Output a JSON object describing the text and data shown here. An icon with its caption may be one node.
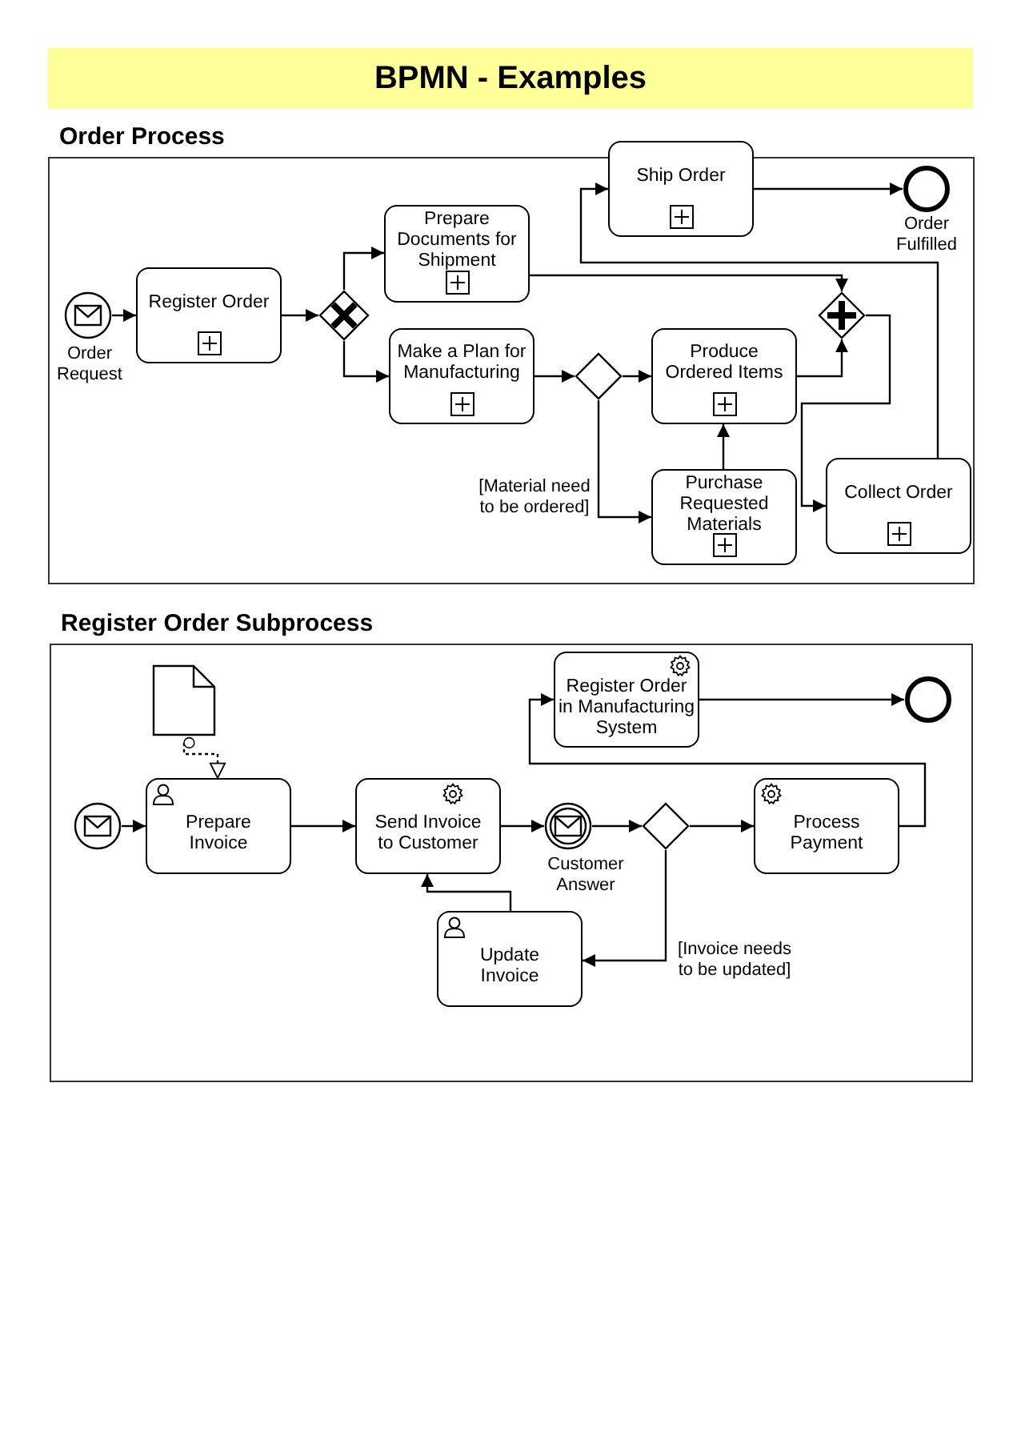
{
  "diagram": {
    "title": "BPMN - Examples",
    "nodes": [
      {
        "text": [
          "Order Process"
        ]
      },
      {
        "text": [],
        "shape": "circle",
        "beside": [
          "Order Request"
        ],
        "in": 0
      },
      {
        "text": [
          "Register Order"
        ],
        "in": 0
      },
      {
        "text": [],
        "shape": "diamond",
        "in": 0
      },
      {
        "text": [
          "Prepare Documents for Shipment"
        ],
        "in": 0
      },
      {
        "text": [
          "Make a Plan for Manufacturing"
        ],
        "in": 0
      },
      {
        "text": [],
        "shape": "diamond",
        "in": 0
      },
      {
        "text": [
          "Produce Ordered Items"
        ],
        "in": 0
      },
      {
        "text": [
          "Purchase Requested Materials"
        ],
        "in": 0
      },
      {
        "text": [],
        "shape": "diamond",
        "in": 0
      },
      {
        "text": [
          "Ship Order"
        ],
        "in": 0
      },
      {
        "text": [],
        "shape": "circle",
        "beside": [
          "Order Fulfilled"
        ],
        "in": 0
      },
      {
        "text": [
          "Collect Order"
        ],
        "in": 0
      },
      {
        "text": [
          "Register Order Subprocess"
        ]
      },
      {
        "text": [],
        "shape": "circle",
        "in": 13
      },
      {
        "text": [],
        "shape": "document",
        "in": 13
      },
      {
        "text": [
          "Prepare Invoice"
        ],
        "in": 13
      },
      {
        "text": [
          "Send Invoice to Customer"
        ],
        "in": 13
      },
      {
        "text": [],
        "shape": "circle",
        "beside": [
          "Customer Answer"
        ],
        "in": 13
      },
      {
        "text": [],
        "shape": "diamond",
        "in": 13
      },
      {
        "text": [
          "Process Payment"
        ],
        "in": 13
      },
      {
        "text": [
          "Register Order in Manufacturing System"
        ],
        "in": 13
      },
      {
        "text": [],
        "shape": "circle",
        "in": 13
      },
      {
        "text": [
          "Update Invoice"
        ],
        "in": 13
      }
    ],
    "edges": [
      {
        "from": 1,
        "to": 2,
        "arrow": "to"
      },
      {
        "from": 2,
        "to": 3,
        "arrow": "to"
      },
      {
        "from": 3,
        "to": 4,
        "arrow": "to"
      },
      {
        "from": 3,
        "to": 5,
        "arrow": "to"
      },
      {
        "from": 5,
        "to": 6,
        "arrow": "to"
      },
      {
        "from": 6,
        "to": 7,
        "arrow": "to"
      },
      {
        "from": 6,
        "to": 8,
        "label": "[Material need to be ordered]",
        "arrow": "to"
      },
      {
        "from": 8,
        "to": 7,
        "arrow": "to"
      },
      {
        "from": 4,
        "to": 9,
        "arrow": "to"
      },
      {
        "from": 7,
        "to": 9,
        "arrow": "to"
      },
      {
        "from": 9,
        "to": 12,
        "arrow": "to"
      },
      {
        "from": 12,
        "to": 10,
        "arrow": "to"
      },
      {
        "from": 10,
        "to": 11,
        "arrow": "to"
      },
      {
        "from": 14,
        "to": 16,
        "arrow": "to"
      },
      {
        "from": 15,
        "to": 16,
        "arrow": "to",
        "style": "dashed"
      },
      {
        "from": 16,
        "to": 17,
        "arrow": "to"
      },
      {
        "from": 17,
        "to": 18,
        "arrow": "to"
      },
      {
        "from": 18,
        "to": 19,
        "arrow": "to"
      },
      {
        "from": 19,
        "to": 20,
        "arrow": "to"
      },
      {
        "from": 20,
        "to": 21,
        "arrow": "to"
      },
      {
        "from": 21,
        "to": 22,
        "arrow": "to"
      },
      {
        "from": 19,
        "to": 23,
        "label": "[Invoice needs to be updated]",
        "arrow": "to"
      },
      {
        "from": 23,
        "to": 17,
        "arrow": "to"
      }
    ]
  }
}
